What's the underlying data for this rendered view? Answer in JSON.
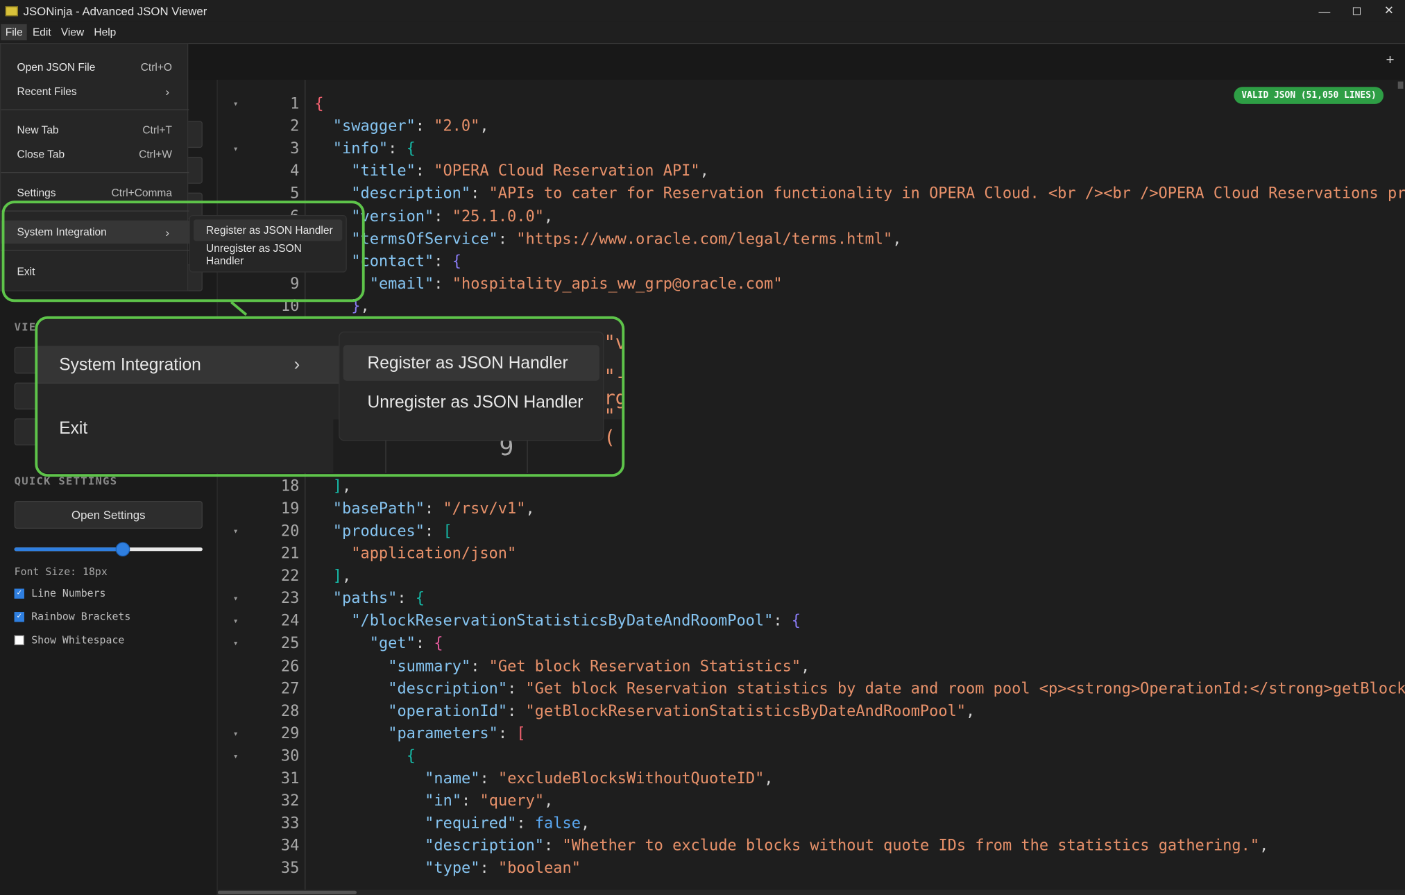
{
  "window": {
    "title": "JSONinja - Advanced JSON Viewer"
  },
  "menubar": {
    "items": [
      "File",
      "Edit",
      "View",
      "Help"
    ]
  },
  "tabs": {
    "add_label": "+"
  },
  "file_menu": {
    "open": {
      "label": "Open JSON File",
      "shortcut": "Ctrl+O"
    },
    "recent": {
      "label": "Recent Files"
    },
    "new_tab": {
      "label": "New Tab",
      "shortcut": "Ctrl+T"
    },
    "close_tab": {
      "label": "Close Tab",
      "shortcut": "Ctrl+W"
    },
    "settings": {
      "label": "Settings",
      "shortcut": "Ctrl+Comma"
    },
    "system_integration": {
      "label": "System Integration"
    },
    "exit": {
      "label": "Exit"
    }
  },
  "submenu": {
    "register": "Register as JSON Handler",
    "unregister": "Unregister as JSON Handler"
  },
  "sidebar": {
    "view_heading_partial": "VIE",
    "quick_settings_heading": "QUICK SETTINGS",
    "open_settings_label": "Open Settings",
    "font_size_label": "Font Size: 18px",
    "font_size_fraction": 0.57,
    "line_numbers": {
      "label": "Line Numbers",
      "checked": true
    },
    "rainbow_brackets": {
      "label": "Rainbow Brackets",
      "checked": true
    },
    "show_whitespace": {
      "label": "Show Whitespace",
      "checked": false
    }
  },
  "editor": {
    "status_badge": "VALID JSON (51,050 LINES)",
    "lines": [
      {
        "n": "1",
        "fold": true,
        "t": "{"
      },
      {
        "n": "2",
        "fold": false,
        "t": "  \"swagger\": \"2.0\","
      },
      {
        "n": "3",
        "fold": true,
        "t": "  \"info\": {"
      },
      {
        "n": "4",
        "fold": false,
        "t": "    \"title\": \"OPERA Cloud Reservation API\","
      },
      {
        "n": "5",
        "fold": false,
        "t": "    \"description\": \"APIs to cater for Reservation functionality in OPERA Cloud. <br /><br />OPERA Cloud Reservations pr"
      },
      {
        "n": "6",
        "fold": false,
        "t": "    \"version\": \"25.1.0.0\","
      },
      {
        "n": "7",
        "fold": false,
        "t": "    \"termsOfService\": \"https://www.oracle.com/legal/terms.html\","
      },
      {
        "n": "8",
        "fold": false,
        "t": "    \"contact\": {"
      },
      {
        "n": "9",
        "fold": false,
        "t": "      \"email\": \"hospitality_apis_ww_grp@oracle.com\""
      },
      {
        "n": "10",
        "fold": false,
        "t": "    },"
      },
      {
        "n": "18",
        "fold": false,
        "t": "  ],"
      },
      {
        "n": "19",
        "fold": false,
        "t": "  \"basePath\": \"/rsv/v1\","
      },
      {
        "n": "20",
        "fold": true,
        "t": "  \"produces\": ["
      },
      {
        "n": "21",
        "fold": false,
        "t": "    \"application/json\""
      },
      {
        "n": "22",
        "fold": false,
        "t": "  ],"
      },
      {
        "n": "23",
        "fold": true,
        "t": "  \"paths\": {"
      },
      {
        "n": "24",
        "fold": true,
        "t": "    \"/blockReservationStatisticsByDateAndRoomPool\": {"
      },
      {
        "n": "25",
        "fold": true,
        "t": "      \"get\": {"
      },
      {
        "n": "26",
        "fold": false,
        "t": "        \"summary\": \"Get block Reservation Statistics\","
      },
      {
        "n": "27",
        "fold": false,
        "t": "        \"description\": \"Get block Reservation statistics by date and room pool <p><strong>OperationId:</strong>getBlock"
      },
      {
        "n": "28",
        "fold": false,
        "t": "        \"operationId\": \"getBlockReservationStatisticsByDateAndRoomPool\","
      },
      {
        "n": "29",
        "fold": true,
        "t": "        \"parameters\": ["
      },
      {
        "n": "30",
        "fold": true,
        "t": "          {"
      },
      {
        "n": "31",
        "fold": false,
        "t": "            \"name\": \"excludeBlocksWithoutQuoteID\","
      },
      {
        "n": "32",
        "fold": false,
        "t": "            \"in\": \"query\","
      },
      {
        "n": "33",
        "fold": false,
        "t": "            \"required\": false,"
      },
      {
        "n": "34",
        "fold": false,
        "t": "            \"description\": \"Whether to exclude blocks without quote IDs from the statistics gathering.\","
      },
      {
        "n": "35",
        "fold": false,
        "t": "            \"type\": \"boolean\""
      }
    ],
    "partial_fragments": [
      "\"v",
      "\"-rg/licenses/upl\"",
      "\"("
    ],
    "zoom_line_number": "9"
  },
  "colors": {
    "key": "#86c5f2",
    "string": "#e8916a",
    "brace_level_1": "#f2616f",
    "brace_level_2": "#16b8a6",
    "brace_level_3": "#8b7cf6",
    "boolean": "#5aa7f0",
    "badge": "#2e9e45",
    "highlight_outline": "#5ec44a"
  }
}
